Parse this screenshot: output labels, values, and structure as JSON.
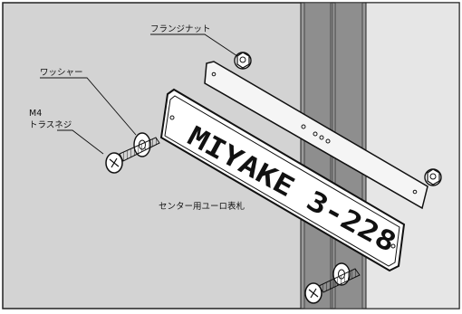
{
  "labels": {
    "flange_nut": "フランジナット",
    "washer": "ワッシャー",
    "screw_size": "M4",
    "screw_type": "トラスネジ",
    "nameplate": "センター用ユーロ表札"
  },
  "plate": {
    "text": "MIYAKE 3-228"
  }
}
